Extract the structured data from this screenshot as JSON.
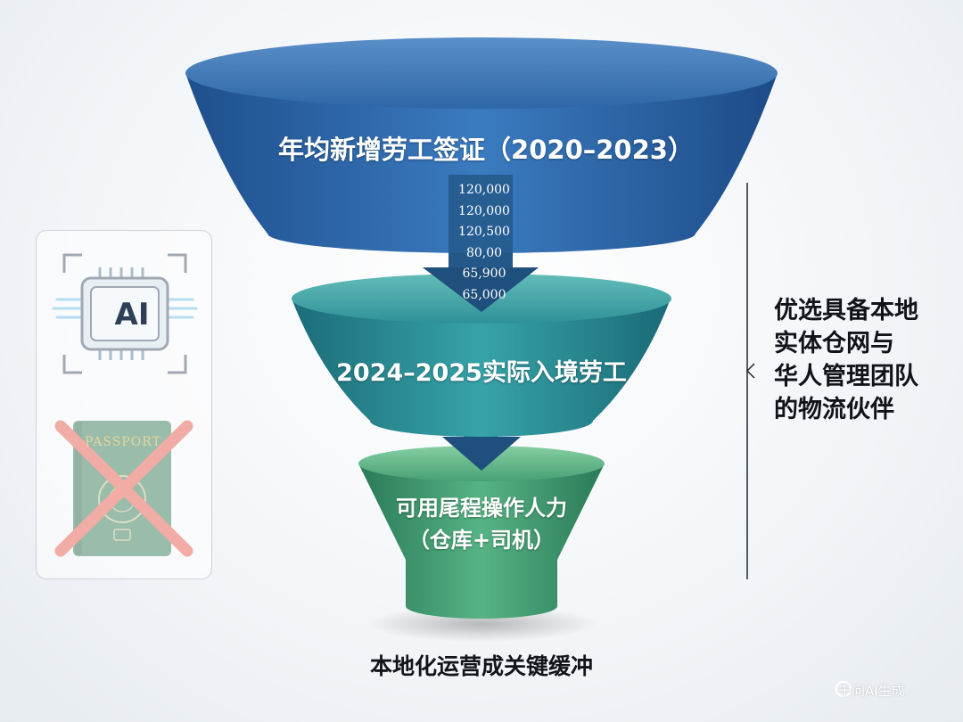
{
  "funnel": {
    "stage1": {
      "label": "年均新增劳工签证（2020–2023）"
    },
    "stage2": {
      "label": "2024–2025实际入境劳工"
    },
    "stage3": {
      "label_line1": "可用尾程操作人力",
      "label_line2": "（仓库+司机）"
    },
    "numbers": [
      "120,000",
      "120,000",
      "120,500",
      "80,00",
      "65,900",
      "65,000"
    ]
  },
  "bottom_caption": "本地化运营成关键缓冲",
  "side_note": {
    "lines": [
      "优选具备本地",
      "实体仓网与",
      "华人管理团队",
      "的物流伙伴"
    ]
  },
  "left_panel": {
    "ai_badge": "AI",
    "passport_label": "PASSPORT"
  },
  "watermark": "千问AI生成",
  "colors": {
    "stage1": "#2f6fb3",
    "stage2": "#2a8f98",
    "stage3": "#3d9a6e",
    "arrow": "#1f4f7c",
    "cross": "#e0473a",
    "passport": "#1e6b45"
  }
}
